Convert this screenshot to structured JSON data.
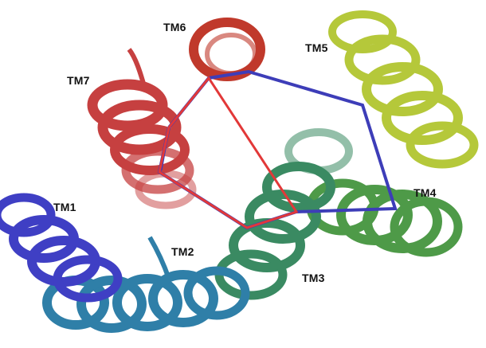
{
  "labels": {
    "tm1": "TM1",
    "tm2": "TM2",
    "tm3": "TM3",
    "tm4": "TM4",
    "tm5": "TM5",
    "tm6": "TM6",
    "tm7": "TM7"
  },
  "colors": {
    "tm1": "#3f3fc4",
    "tm2": "#2f7fa8",
    "tm3": "#3a8a62",
    "tm4": "#4e9a48",
    "tm5": "#b5c83a",
    "tm6": "#c0392b",
    "tm7": "#c64040",
    "blue_network": "#3d3db8",
    "red_network": "#e23838"
  }
}
